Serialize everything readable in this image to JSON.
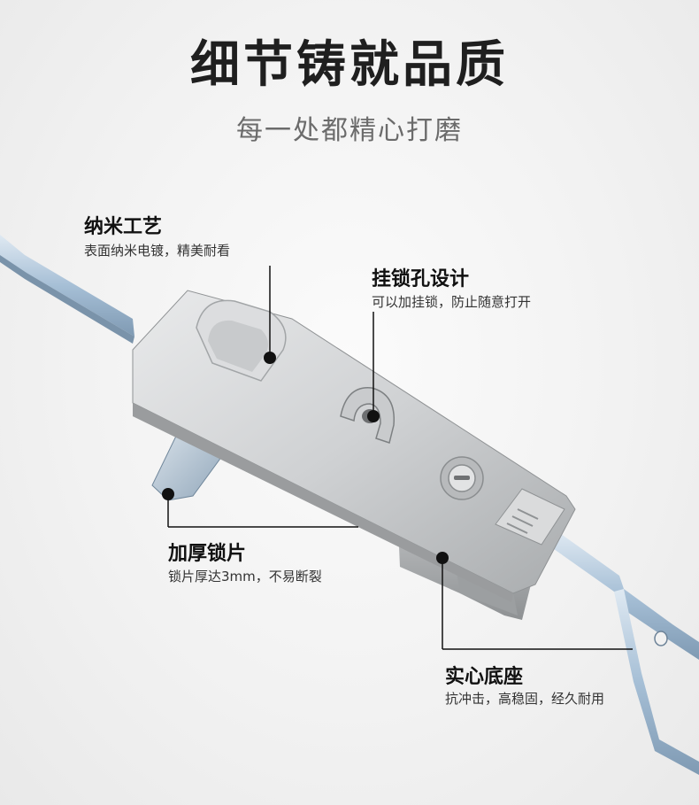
{
  "header": {
    "title": "细节铸就品质",
    "subtitle": "每一处都精心打磨"
  },
  "callouts": [
    {
      "title": "纳米工艺",
      "desc": "表面纳米电镀，精美耐看"
    },
    {
      "title": "挂锁孔设计",
      "desc": "可以加挂锁，防止随意打开"
    },
    {
      "title": "加厚锁片",
      "desc": "锁片厚达3mm，不易断裂"
    },
    {
      "title": "实心底座",
      "desc": "抗冲击，高稳固，经久耐用"
    }
  ],
  "colors": {
    "title": "#1f1f1f",
    "subtitle": "#6b6b6b",
    "rod": "#a9c2d8",
    "lock_body": "#d0d2d4",
    "line": "#111111"
  }
}
